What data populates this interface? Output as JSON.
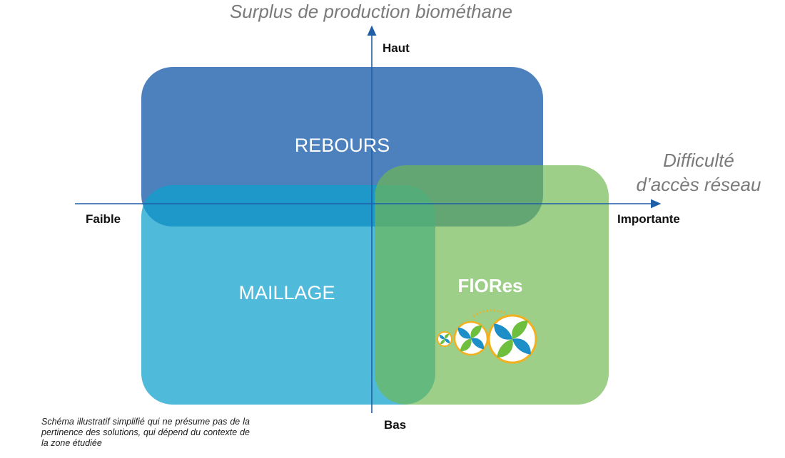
{
  "axes": {
    "y_title": "Surplus de production biométhane",
    "x_title_line1": "Difficulté",
    "x_title_line2": "d’accès réseau",
    "y_top": "Haut",
    "y_bottom": "Bas",
    "x_left": "Faible",
    "x_right": "Importante"
  },
  "zones": {
    "rebours": "REBOURS",
    "maillage": "MAILLAGE",
    "flores": "FlORes"
  },
  "note": "Schéma illustratif simplifié qui ne présume pas de la pertinence des solutions, qui dépend du contexte de la zone étudiée",
  "colors": {
    "rebours": "#2665b0",
    "maillage": "#0ca0cd",
    "flores": "#6fb851",
    "axis": "#1f5fa8"
  },
  "icons": [
    "flores-logo-icon"
  ]
}
